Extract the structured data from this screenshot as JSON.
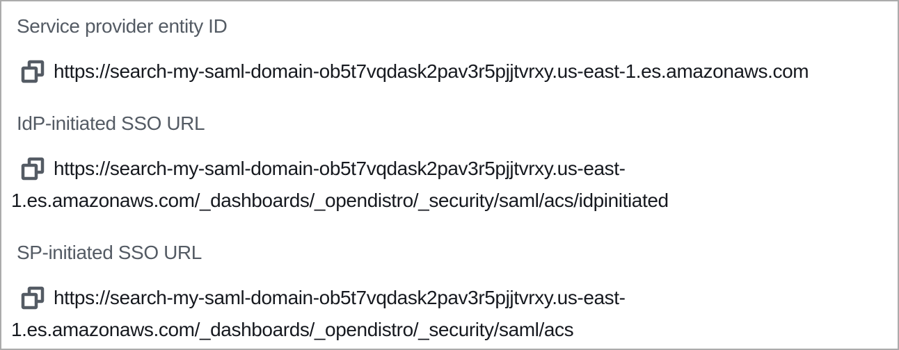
{
  "panel": {
    "fields": [
      {
        "label": "Service provider entity ID",
        "url": "https://search-my-saml-domain-ob5t7vqdask2pav3r5pjjtvrxy.us-east-1.es.amazonaws.com",
        "lines": [
          "https://search-my-saml-domain-ob5t7vqdask2pav3r5pjjtvrxy.us-east-1.es.amazonaws.com"
        ]
      },
      {
        "label": "IdP-initiated SSO URL",
        "url": "https://search-my-saml-domain-ob5t7vqdask2pav3r5pjjtvrxy.us-east-1.es.amazonaws.com/_dashboards/_opendistro/_security/saml/acs/idpinitiated",
        "lines": [
          "https://search-my-saml-domain-ob5t7vqdask2pav3r5pjjtvrxy.us-east-",
          "1.es.amazonaws.com/_dashboards/_opendistro/_security/saml/acs/idpinitiated"
        ]
      },
      {
        "label": "SP-initiated SSO URL",
        "url": "https://search-my-saml-domain-ob5t7vqdask2pav3r5pjjtvrxy.us-east-1.es.amazonaws.com/_dashboards/_opendistro/_security/saml/acs",
        "lines": [
          "https://search-my-saml-domain-ob5t7vqdask2pav3r5pjjtvrxy.us-east-",
          "1.es.amazonaws.com/_dashboards/_opendistro/_security/saml/acs"
        ]
      }
    ],
    "icons": {
      "copy": "copy-icon"
    },
    "colors": {
      "label": "#545b64",
      "value_text": "#16191f",
      "icon": "#545b64",
      "panel_border": "#ababab",
      "background": "#ffffff"
    }
  }
}
